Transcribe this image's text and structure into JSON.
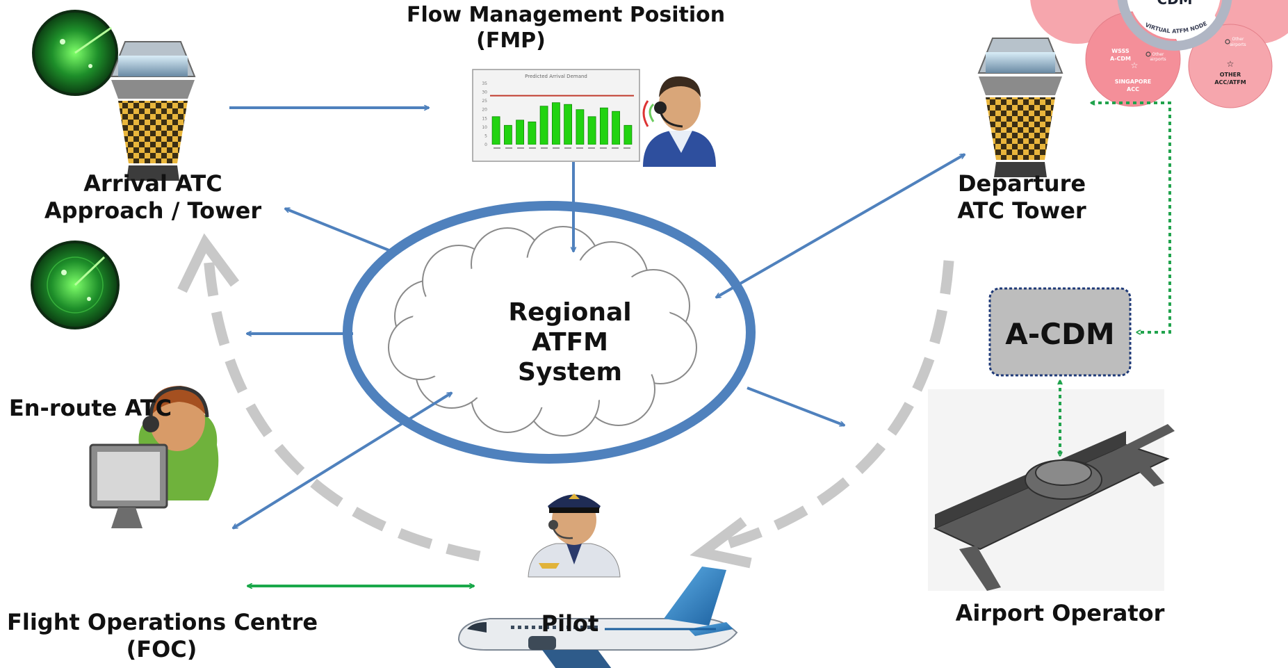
{
  "fmp": {
    "line1": "Flow Management Position",
    "line2": "(FMP)"
  },
  "fmp_chart": {
    "title": "Predicted Arrival Demand",
    "y_ticks": [
      "35",
      "30",
      "25",
      "20",
      "15",
      "10",
      "5",
      "0"
    ],
    "bars": [
      16,
      11,
      14,
      13,
      22,
      24,
      23,
      20,
      16,
      21,
      19,
      11
    ],
    "threshold": 28
  },
  "arrival": {
    "line1": "Arrival ATC",
    "line2": "Approach / Tower"
  },
  "enroute": {
    "label": "En-route ATC"
  },
  "foc": {
    "line1": "Flight Operations Centre",
    "line2": "(FOC)"
  },
  "pilot": {
    "label": "Pilot"
  },
  "departure": {
    "line1": "Departure",
    "line2": "ATC Tower"
  },
  "acdm": {
    "label": "A-CDM"
  },
  "airport": {
    "label": "Airport Operator"
  },
  "system": {
    "line1": "Regional",
    "line2": "ATFM",
    "line3": "System"
  },
  "vnode": {
    "center": "CDM",
    "ring": "VIRTUAL ATFM NODE",
    "left_line1": "WSSS",
    "left_line2": "A-CDM",
    "left_bottom1": "SINGAPORE",
    "left_bottom2": "ACC",
    "left_other1": "Other",
    "left_other2": "airports",
    "right_other1": "Other",
    "right_other2": "airports",
    "right_line1": "OTHER",
    "right_line2": "ACC/ATFM"
  },
  "colors": {
    "blue_arrow": "#4f81bd",
    "green_arrow": "#1aa84a",
    "dotted_green": "#21a34d",
    "ellipse_stroke": "#4f81bd",
    "gray_dash": "#c8c8c8",
    "acdm_fill": "#bdbdbd",
    "acdm_border": "#1f3a78"
  }
}
